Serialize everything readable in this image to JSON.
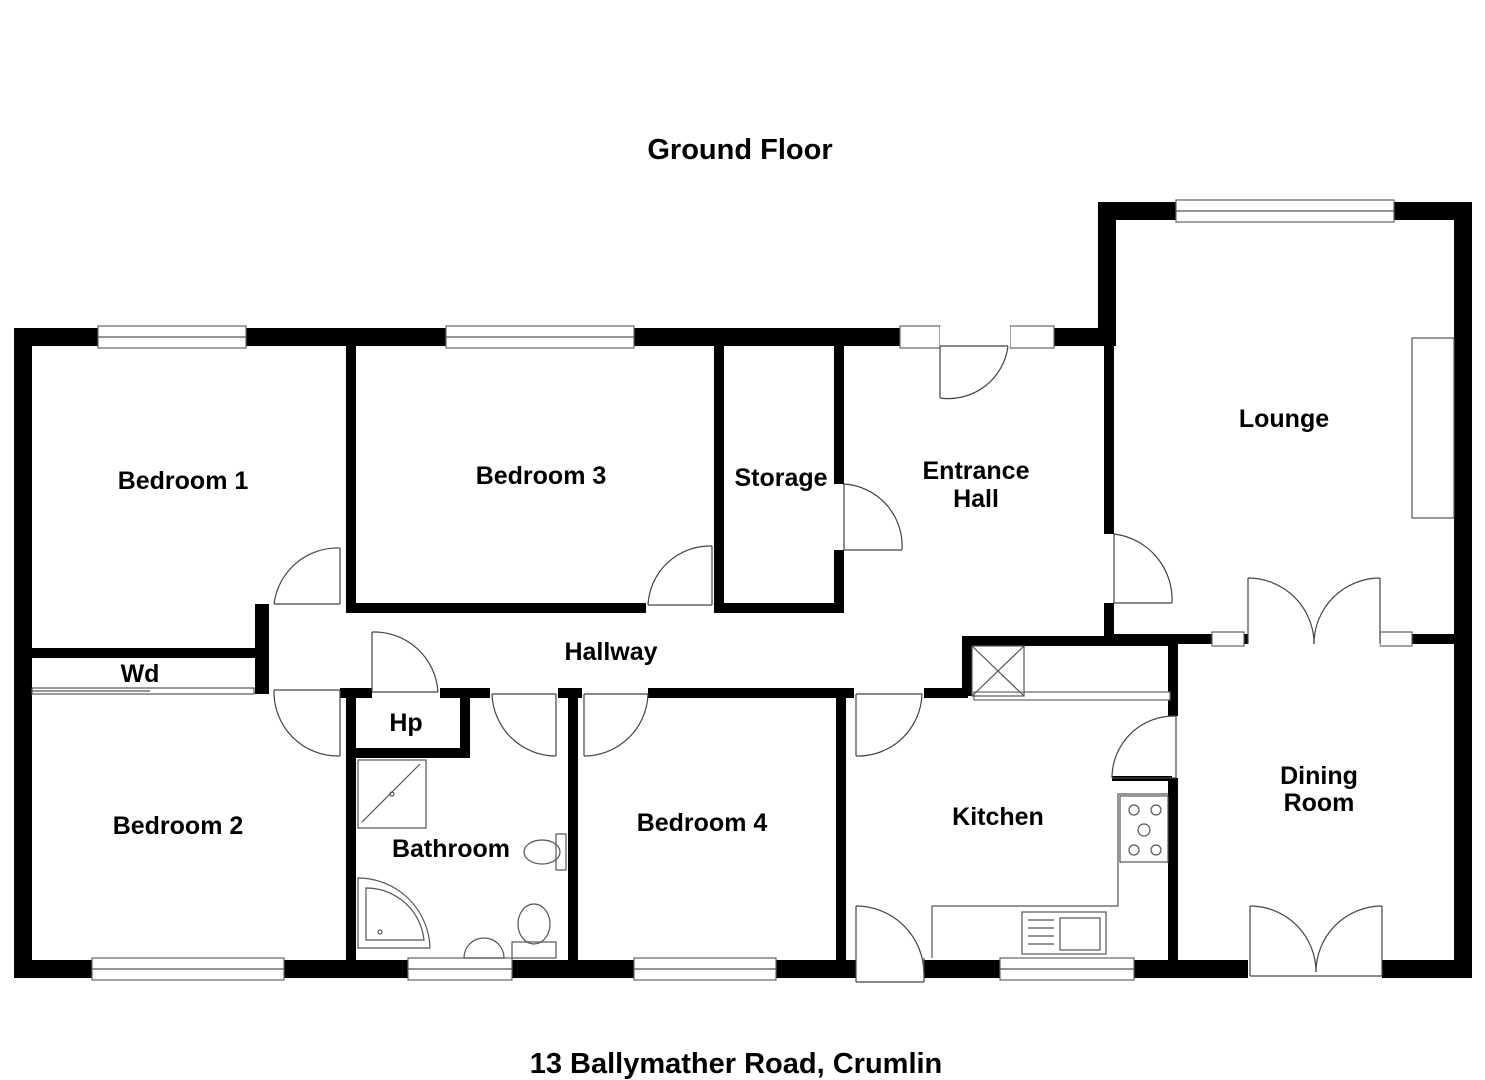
{
  "title": "Ground Floor",
  "address": "13 Ballymather Road, Crumlin",
  "rooms": {
    "bedroom1": "Bedroom 1",
    "bedroom2": "Bedroom 2",
    "bedroom3": "Bedroom 3",
    "bedroom4": "Bedroom 4",
    "storage": "Storage",
    "entrance_hall_l1": "Entrance",
    "entrance_hall_l2": "Hall",
    "lounge": "Lounge",
    "hallway": "Hallway",
    "wd": "Wd",
    "hp": "Hp",
    "bathroom": "Bathroom",
    "kitchen": "Kitchen",
    "dining_room_l1": "Dining",
    "dining_room_l2": "Room"
  }
}
